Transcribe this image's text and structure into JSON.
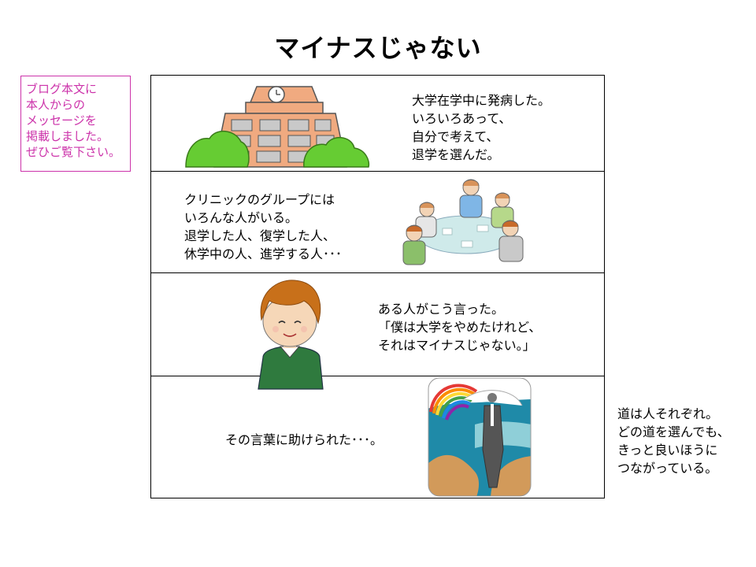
{
  "title": "マイナスじゃない",
  "note": {
    "lines": [
      "ブログ本文に",
      "本人からの",
      "メッセージを",
      "掲載しました。",
      "ぜひご覧下さい。"
    ]
  },
  "panels": [
    {
      "lines": [
        "大学在学中に発病した。",
        "いろいろあって、",
        "自分で考えて、",
        "退学を選んだ。"
      ]
    },
    {
      "lines": [
        "クリニックのグループには",
        "いろんな人がいる。",
        "退学した人、復学した人、",
        "休学中の人、進学する人･･･"
      ]
    },
    {
      "lines": [
        "ある人がこう言った。",
        "「僕は大学をやめたけれど、",
        "それはマイナスじゃない。」"
      ]
    },
    {
      "lines": [
        "その言葉に助けられた･･･。"
      ]
    }
  ],
  "side": {
    "lines": [
      "道は人それぞれ。",
      "どの道を選んでも、",
      "きっと良いほうに",
      "つながっている。"
    ]
  },
  "colors": {
    "note_border": "#cc33aa",
    "building": "#f0aa80",
    "bush": "#66cc33",
    "sweater": "#2f7a3e",
    "hair": "#c8701a",
    "sea": "#1f8aa8",
    "sand": "#d29a5a"
  }
}
